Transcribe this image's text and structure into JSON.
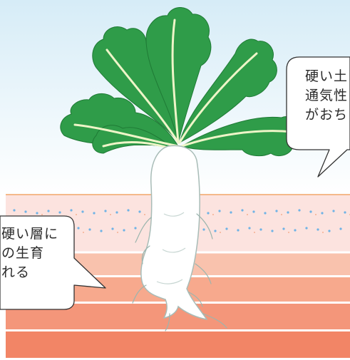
{
  "callout_right": {
    "lines": [
      "硬い土",
      "通気性",
      "がおち"
    ]
  },
  "callout_left": {
    "lines": [
      "硬い層に",
      "の生育",
      "れる"
    ]
  },
  "colors": {
    "sky_top": "#dff0f8",
    "sky_bottom": "#ffffff",
    "soil_top": "#fbe3e0",
    "soil_mid": "#f8b89e",
    "soil_bottom": "#f38a66",
    "leaf": "#2e9e4a",
    "leaf_vein": "#e9f3c6",
    "root": "#ffffff",
    "root_outline": "#9eb6b0",
    "air_dots": "#6fb3e6",
    "bubble_border": "#333333"
  },
  "icons": [
    "daikon-radish-icon",
    "speech-bubble-icon"
  ]
}
